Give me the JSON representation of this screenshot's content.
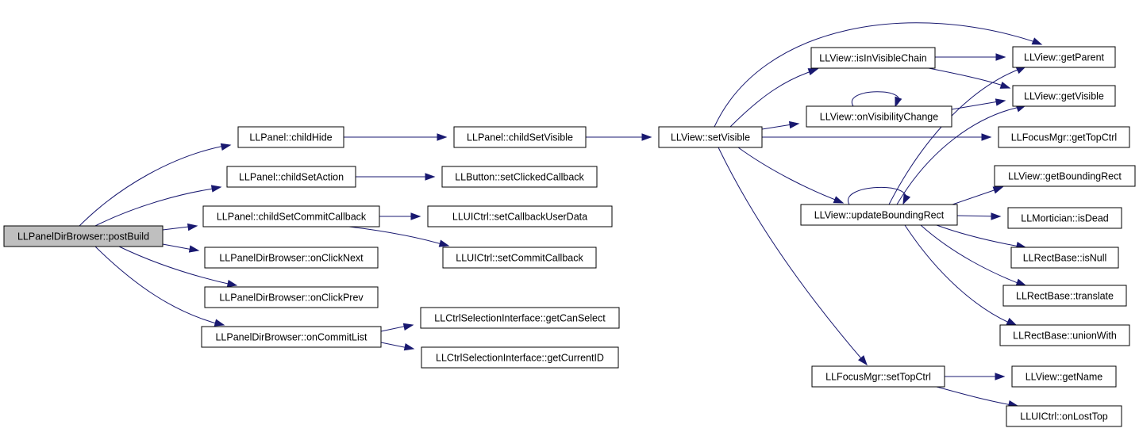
{
  "graph": {
    "colors": {
      "edge": "#191970",
      "node_border": "#000000",
      "node_fill": "#ffffff",
      "root_fill": "#bfbfbf"
    },
    "nodes": [
      {
        "id": "postBuild",
        "label": "LLPanelDirBrowser::postBuild",
        "root": true
      },
      {
        "id": "childHide",
        "label": "LLPanel::childHide"
      },
      {
        "id": "childSetAction",
        "label": "LLPanel::childSetAction"
      },
      {
        "id": "childSetCommitCallback",
        "label": "LLPanel::childSetCommitCallback"
      },
      {
        "id": "onClickNext",
        "label": "LLPanelDirBrowser::onClickNext"
      },
      {
        "id": "onClickPrev",
        "label": "LLPanelDirBrowser::onClickPrev"
      },
      {
        "id": "onCommitList",
        "label": "LLPanelDirBrowser::onCommitList"
      },
      {
        "id": "childSetVisible",
        "label": "LLPanel::childSetVisible"
      },
      {
        "id": "setClickedCallback",
        "label": "LLButton::setClickedCallback"
      },
      {
        "id": "setCallbackUserData",
        "label": "LLUICtrl::setCallbackUserData"
      },
      {
        "id": "setCommitCallback",
        "label": "LLUICtrl::setCommitCallback"
      },
      {
        "id": "getCanSelect",
        "label": "LLCtrlSelectionInterface::getCanSelect"
      },
      {
        "id": "getCurrentID",
        "label": "LLCtrlSelectionInterface::getCurrentID"
      },
      {
        "id": "setVisible",
        "label": "LLView::setVisible"
      },
      {
        "id": "isInVisibleChain",
        "label": "LLView::isInVisibleChain"
      },
      {
        "id": "onVisibilityChange",
        "label": "LLView::onVisibilityChange"
      },
      {
        "id": "updateBoundingRect",
        "label": "LLView::updateBoundingRect"
      },
      {
        "id": "setTopCtrl",
        "label": "LLFocusMgr::setTopCtrl"
      },
      {
        "id": "getParent",
        "label": "LLView::getParent"
      },
      {
        "id": "getVisible",
        "label": "LLView::getVisible"
      },
      {
        "id": "getTopCtrl",
        "label": "LLFocusMgr::getTopCtrl"
      },
      {
        "id": "getBoundingRect",
        "label": "LLView::getBoundingRect"
      },
      {
        "id": "isDead",
        "label": "LLMortician::isDead"
      },
      {
        "id": "isNull",
        "label": "LLRectBase::isNull"
      },
      {
        "id": "translate",
        "label": "LLRectBase::translate"
      },
      {
        "id": "unionWith",
        "label": "LLRectBase::unionWith"
      },
      {
        "id": "getName",
        "label": "LLView::getName"
      },
      {
        "id": "onLostTop",
        "label": "LLUICtrl::onLostTop"
      }
    ],
    "edges": [
      {
        "from": "postBuild",
        "to": "childHide"
      },
      {
        "from": "postBuild",
        "to": "childSetAction"
      },
      {
        "from": "postBuild",
        "to": "childSetCommitCallback"
      },
      {
        "from": "postBuild",
        "to": "onClickNext"
      },
      {
        "from": "postBuild",
        "to": "onClickPrev"
      },
      {
        "from": "postBuild",
        "to": "onCommitList"
      },
      {
        "from": "childHide",
        "to": "childSetVisible"
      },
      {
        "from": "childSetAction",
        "to": "setClickedCallback"
      },
      {
        "from": "childSetCommitCallback",
        "to": "setCallbackUserData"
      },
      {
        "from": "childSetCommitCallback",
        "to": "setCommitCallback"
      },
      {
        "from": "onCommitList",
        "to": "getCanSelect"
      },
      {
        "from": "onCommitList",
        "to": "getCurrentID"
      },
      {
        "from": "childSetVisible",
        "to": "setVisible"
      },
      {
        "from": "setVisible",
        "to": "getParent"
      },
      {
        "from": "setVisible",
        "to": "isInVisibleChain"
      },
      {
        "from": "setVisible",
        "to": "onVisibilityChange"
      },
      {
        "from": "setVisible",
        "to": "getTopCtrl"
      },
      {
        "from": "setVisible",
        "to": "updateBoundingRect"
      },
      {
        "from": "setVisible",
        "to": "setTopCtrl"
      },
      {
        "from": "isInVisibleChain",
        "to": "getParent"
      },
      {
        "from": "isInVisibleChain",
        "to": "getVisible"
      },
      {
        "from": "onVisibilityChange",
        "to": "onVisibilityChange"
      },
      {
        "from": "onVisibilityChange",
        "to": "getVisible"
      },
      {
        "from": "updateBoundingRect",
        "to": "updateBoundingRect"
      },
      {
        "from": "updateBoundingRect",
        "to": "getParent"
      },
      {
        "from": "updateBoundingRect",
        "to": "getVisible"
      },
      {
        "from": "updateBoundingRect",
        "to": "getBoundingRect"
      },
      {
        "from": "updateBoundingRect",
        "to": "isDead"
      },
      {
        "from": "updateBoundingRect",
        "to": "isNull"
      },
      {
        "from": "updateBoundingRect",
        "to": "translate"
      },
      {
        "from": "updateBoundingRect",
        "to": "unionWith"
      },
      {
        "from": "setTopCtrl",
        "to": "getName"
      },
      {
        "from": "setTopCtrl",
        "to": "onLostTop"
      }
    ]
  }
}
